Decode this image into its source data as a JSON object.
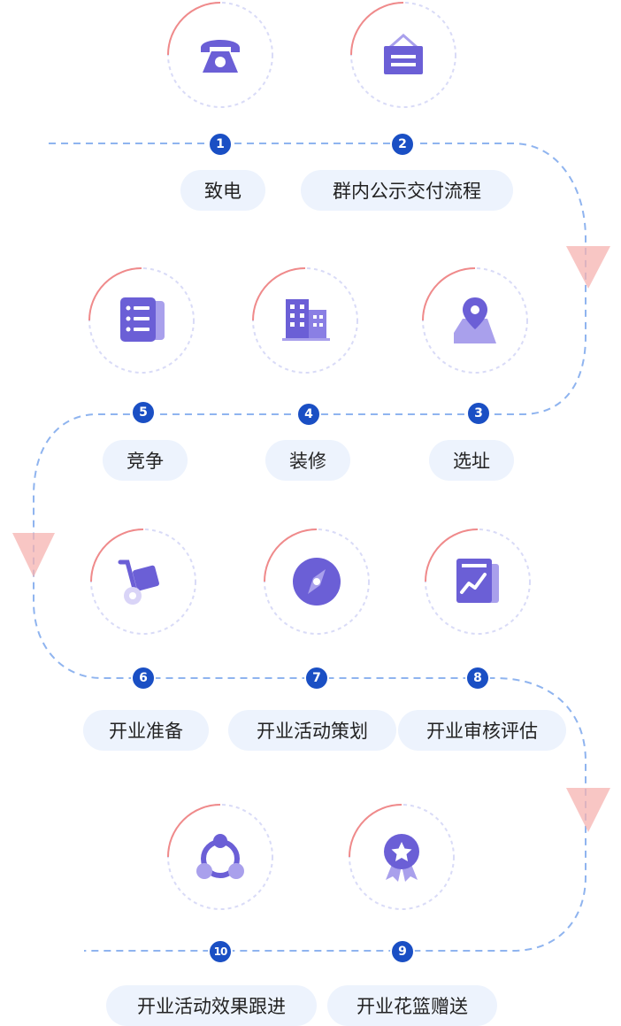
{
  "steps": [
    {
      "number": "1",
      "label": "致电",
      "icon": "telephone-icon"
    },
    {
      "number": "2",
      "label": "群内公示交付流程",
      "icon": "notice-board-icon"
    },
    {
      "number": "3",
      "label": "选址",
      "icon": "map-location-icon"
    },
    {
      "number": "4",
      "label": "装修",
      "icon": "buildings-icon"
    },
    {
      "number": "5",
      "label": "竞争",
      "icon": "list-document-icon"
    },
    {
      "number": "6",
      "label": "开业准备",
      "icon": "hand-truck-icon"
    },
    {
      "number": "7",
      "label": "开业活动策划",
      "icon": "compass-icon"
    },
    {
      "number": "8",
      "label": "开业审核评估",
      "icon": "chart-report-icon"
    },
    {
      "number": "9",
      "label": "开业花篮赠送",
      "icon": "award-badge-icon"
    },
    {
      "number": "10",
      "label": "开业活动效果跟进",
      "icon": "share-nodes-icon"
    }
  ],
  "colors": {
    "accent": "#6b5fd6",
    "accent_light": "#a9a0ec",
    "number_badge": "#1a4fc4",
    "dashed_path": "#8fb4ef",
    "ring_arc": "#f08a8a",
    "ring_dash": "#d9dbf7",
    "label_bg": "#edf3fd"
  }
}
